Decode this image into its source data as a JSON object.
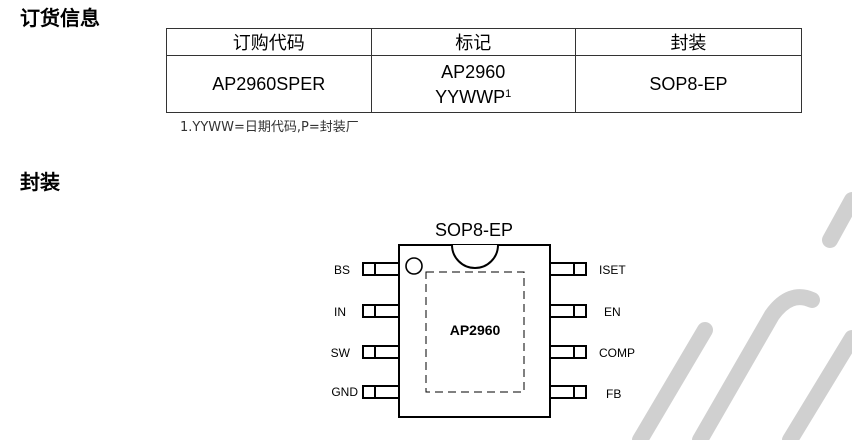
{
  "section_order": {
    "title": "订货信息"
  },
  "order_table": {
    "headers": [
      "订购代码",
      "标记",
      "封装"
    ],
    "row": {
      "order_code": "AP2960SPER",
      "marking_line1": "AP2960",
      "marking_line2": "YYWWP",
      "marking_sup": "1",
      "package": "SOP8-EP"
    }
  },
  "footnote": "1.YYWW=日期代码,P=封装厂",
  "section_package": {
    "title": "封装"
  },
  "package_diagram": {
    "package_name": "SOP8-EP",
    "part_label": "AP2960",
    "left_pins": [
      "BS",
      "IN",
      "SW",
      "GND"
    ],
    "right_pins": [
      "ISET",
      "EN",
      "COMP",
      "FB"
    ]
  }
}
